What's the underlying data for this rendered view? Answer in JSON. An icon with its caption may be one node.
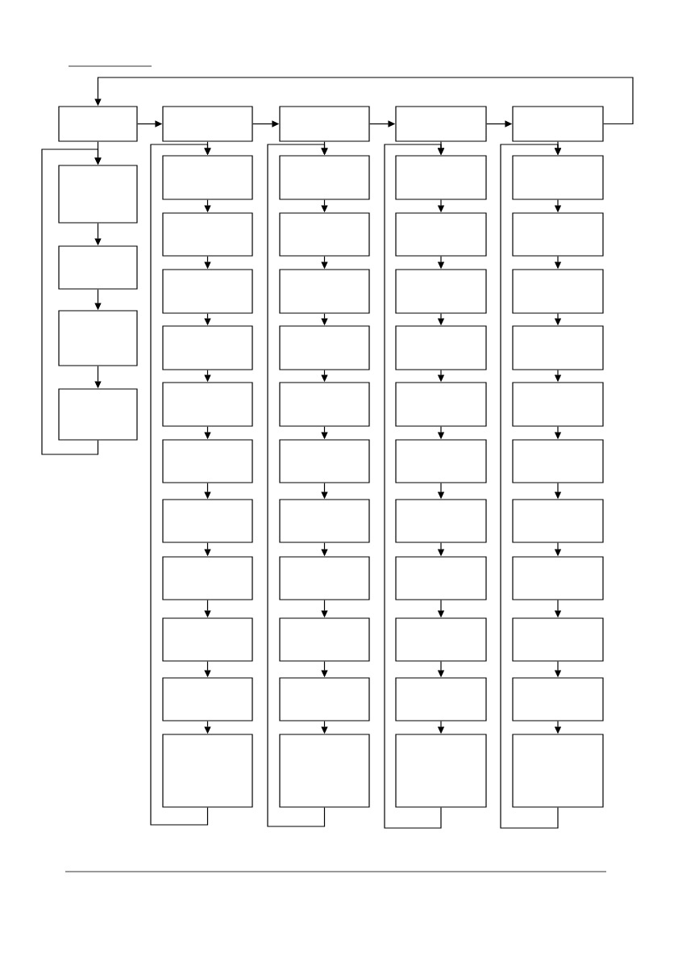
{
  "diagram": {
    "nodes": [
      {
        "text": [],
        "shape": "box"
      },
      {
        "text": [],
        "shape": "box"
      },
      {
        "text": [],
        "shape": "box"
      },
      {
        "text": [],
        "shape": "box"
      },
      {
        "text": [],
        "shape": "box"
      },
      {
        "text": [],
        "shape": "box"
      },
      {
        "text": [],
        "shape": "box"
      },
      {
        "text": [],
        "shape": "box"
      },
      {
        "text": [],
        "shape": "box"
      },
      {
        "text": [],
        "shape": "box"
      },
      {
        "text": [],
        "shape": "box"
      },
      {
        "text": [],
        "shape": "box"
      },
      {
        "text": [],
        "shape": "box"
      },
      {
        "text": [],
        "shape": "box"
      },
      {
        "text": [],
        "shape": "box"
      },
      {
        "text": [],
        "shape": "box"
      },
      {
        "text": [],
        "shape": "box"
      },
      {
        "text": [],
        "shape": "box"
      },
      {
        "text": [],
        "shape": "box"
      },
      {
        "text": [],
        "shape": "box"
      },
      {
        "text": [],
        "shape": "box"
      },
      {
        "text": [],
        "shape": "box"
      },
      {
        "text": [],
        "shape": "box"
      },
      {
        "text": [],
        "shape": "box"
      },
      {
        "text": [],
        "shape": "box"
      },
      {
        "text": [],
        "shape": "box"
      },
      {
        "text": [],
        "shape": "box"
      },
      {
        "text": [],
        "shape": "box"
      },
      {
        "text": [],
        "shape": "box"
      },
      {
        "text": [],
        "shape": "box"
      },
      {
        "text": [],
        "shape": "box"
      },
      {
        "text": [],
        "shape": "box"
      },
      {
        "text": [],
        "shape": "box"
      },
      {
        "text": [],
        "shape": "box"
      },
      {
        "text": [],
        "shape": "box"
      },
      {
        "text": [],
        "shape": "box"
      },
      {
        "text": [],
        "shape": "box"
      },
      {
        "text": [],
        "shape": "box"
      },
      {
        "text": [],
        "shape": "box"
      },
      {
        "text": [],
        "shape": "box"
      },
      {
        "text": [],
        "shape": "box"
      },
      {
        "text": [],
        "shape": "box"
      },
      {
        "text": [],
        "shape": "box"
      },
      {
        "text": [],
        "shape": "box"
      },
      {
        "text": [],
        "shape": "box"
      },
      {
        "text": [],
        "shape": "box"
      },
      {
        "text": [],
        "shape": "box"
      },
      {
        "text": [],
        "shape": "box"
      },
      {
        "text": [],
        "shape": "box"
      },
      {
        "text": [],
        "shape": "box"
      },
      {
        "text": [],
        "shape": "box"
      },
      {
        "text": [],
        "shape": "box"
      },
      {
        "text": [],
        "shape": "box"
      }
    ],
    "edges": [
      {
        "from": 0,
        "to": 1,
        "arrow": "to"
      },
      {
        "from": 1,
        "to": 2,
        "arrow": "to"
      },
      {
        "from": 2,
        "to": 3,
        "arrow": "to"
      },
      {
        "from": 3,
        "to": 4,
        "arrow": "to"
      },
      {
        "from": 4,
        "to": 0,
        "arrow": "to"
      },
      {
        "from": 0,
        "to": 5,
        "arrow": "to"
      },
      {
        "from": 5,
        "to": 6,
        "arrow": "to"
      },
      {
        "from": 6,
        "to": 7,
        "arrow": "to"
      },
      {
        "from": 7,
        "to": 8,
        "arrow": "to"
      },
      {
        "from": 8,
        "to": 5,
        "arrow": "to"
      },
      {
        "from": 1,
        "to": 9,
        "arrow": "to"
      },
      {
        "from": 9,
        "to": 10,
        "arrow": "to"
      },
      {
        "from": 10,
        "to": 11,
        "arrow": "to"
      },
      {
        "from": 11,
        "to": 12,
        "arrow": "to"
      },
      {
        "from": 12,
        "to": 13,
        "arrow": "to"
      },
      {
        "from": 13,
        "to": 14,
        "arrow": "to"
      },
      {
        "from": 14,
        "to": 15,
        "arrow": "to"
      },
      {
        "from": 15,
        "to": 16,
        "arrow": "to"
      },
      {
        "from": 16,
        "to": 17,
        "arrow": "to"
      },
      {
        "from": 17,
        "to": 18,
        "arrow": "to"
      },
      {
        "from": 18,
        "to": 19,
        "arrow": "to"
      },
      {
        "from": 19,
        "to": 9,
        "arrow": "to"
      },
      {
        "from": 2,
        "to": 20,
        "arrow": "to"
      },
      {
        "from": 20,
        "to": 21,
        "arrow": "to"
      },
      {
        "from": 21,
        "to": 22,
        "arrow": "to"
      },
      {
        "from": 22,
        "to": 23,
        "arrow": "to"
      },
      {
        "from": 23,
        "to": 24,
        "arrow": "to"
      },
      {
        "from": 24,
        "to": 25,
        "arrow": "to"
      },
      {
        "from": 25,
        "to": 26,
        "arrow": "to"
      },
      {
        "from": 26,
        "to": 27,
        "arrow": "to"
      },
      {
        "from": 27,
        "to": 28,
        "arrow": "to"
      },
      {
        "from": 28,
        "to": 29,
        "arrow": "to"
      },
      {
        "from": 29,
        "to": 30,
        "arrow": "to"
      },
      {
        "from": 30,
        "to": 20,
        "arrow": "to"
      },
      {
        "from": 3,
        "to": 31,
        "arrow": "to"
      },
      {
        "from": 31,
        "to": 32,
        "arrow": "to"
      },
      {
        "from": 32,
        "to": 33,
        "arrow": "to"
      },
      {
        "from": 33,
        "to": 34,
        "arrow": "to"
      },
      {
        "from": 34,
        "to": 35,
        "arrow": "to"
      },
      {
        "from": 35,
        "to": 36,
        "arrow": "to"
      },
      {
        "from": 36,
        "to": 37,
        "arrow": "to"
      },
      {
        "from": 37,
        "to": 38,
        "arrow": "to"
      },
      {
        "from": 38,
        "to": 39,
        "arrow": "to"
      },
      {
        "from": 39,
        "to": 40,
        "arrow": "to"
      },
      {
        "from": 40,
        "to": 41,
        "arrow": "to"
      },
      {
        "from": 41,
        "to": 31,
        "arrow": "to"
      },
      {
        "from": 4,
        "to": 42,
        "arrow": "to"
      },
      {
        "from": 42,
        "to": 43,
        "arrow": "to"
      },
      {
        "from": 43,
        "to": 44,
        "arrow": "to"
      },
      {
        "from": 44,
        "to": 45,
        "arrow": "to"
      },
      {
        "from": 45,
        "to": 46,
        "arrow": "to"
      },
      {
        "from": 46,
        "to": 47,
        "arrow": "to"
      },
      {
        "from": 47,
        "to": 48,
        "arrow": "to"
      },
      {
        "from": 48,
        "to": 49,
        "arrow": "to"
      },
      {
        "from": 49,
        "to": 50,
        "arrow": "to"
      },
      {
        "from": 50,
        "to": 51,
        "arrow": "to"
      },
      {
        "from": 51,
        "to": 52,
        "arrow": "to"
      },
      {
        "from": 52,
        "to": 42,
        "arrow": "to"
      }
    ]
  }
}
